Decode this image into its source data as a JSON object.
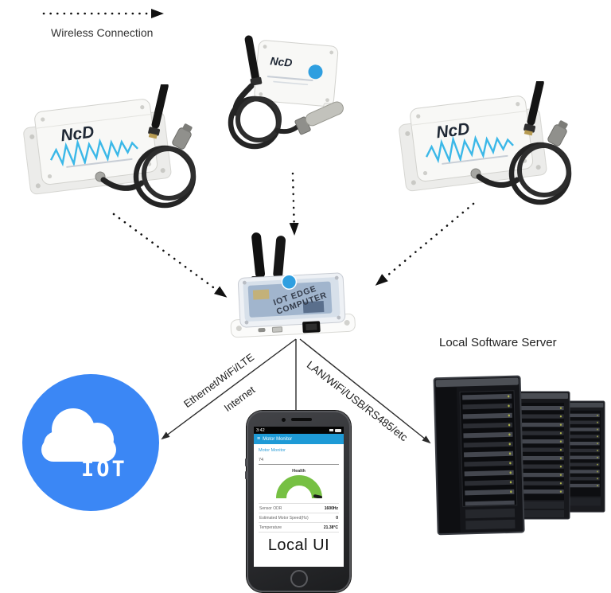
{
  "legend": {
    "wireless_connection_label": "Wireless Connection"
  },
  "sensors": {
    "brand_logo": "NcD"
  },
  "gateway": {
    "label_line1": "IOT EDGE",
    "label_line2": "COMPUTER"
  },
  "connections": {
    "cloud_label_top": "Ethernet/WiFi/LTE",
    "cloud_label_bottom": "Internet",
    "server_label": "LAN/WiFi/USB/RS485/etc"
  },
  "cloud": {
    "label": "IOT",
    "color": "#3b87f5"
  },
  "server": {
    "title": "Local Software Server"
  },
  "phone": {
    "status_time": "3:42",
    "menu_icon": "≡",
    "app_bar_title": "Motor Monitor",
    "device_link": "Motor Monitor",
    "field_value": "74",
    "gauge_label": "Health",
    "header_color": "#1e9ad6",
    "gauge_color": "#76c043",
    "rows": [
      {
        "label": "Sensor ODR",
        "value": "1600Hz"
      },
      {
        "label": "Estimated Motor Speed(Hz)",
        "value": "0"
      },
      {
        "label": "Temperature",
        "value": "21.38°C"
      }
    ],
    "caption": "Local UI"
  },
  "colors": {
    "waveform": "#3bb8e8",
    "ncd_blue": "#2f9fe0"
  }
}
